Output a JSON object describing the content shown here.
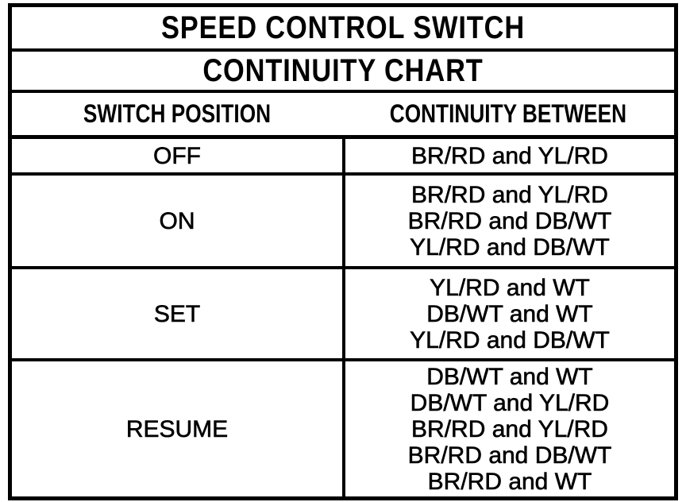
{
  "title": "SPEED CONTROL SWITCH",
  "subtitle": "CONTINUITY CHART",
  "headers": {
    "position": "SWITCH POSITION",
    "continuity": "CONTINUITY BETWEEN"
  },
  "rows": [
    {
      "position": "OFF",
      "continuity": [
        "BR/RD and YL/RD"
      ]
    },
    {
      "position": "ON",
      "continuity": [
        "BR/RD and YL/RD",
        "BR/RD and DB/WT",
        "YL/RD and DB/WT"
      ]
    },
    {
      "position": "SET",
      "continuity": [
        "YL/RD and WT",
        "DB/WT and WT",
        "YL/RD and DB/WT"
      ]
    },
    {
      "position": "RESUME",
      "continuity": [
        "DB/WT and WT",
        "DB/WT and YL/RD",
        "BR/RD and YL/RD",
        "BR/RD and DB/WT",
        "BR/RD and WT"
      ]
    }
  ]
}
